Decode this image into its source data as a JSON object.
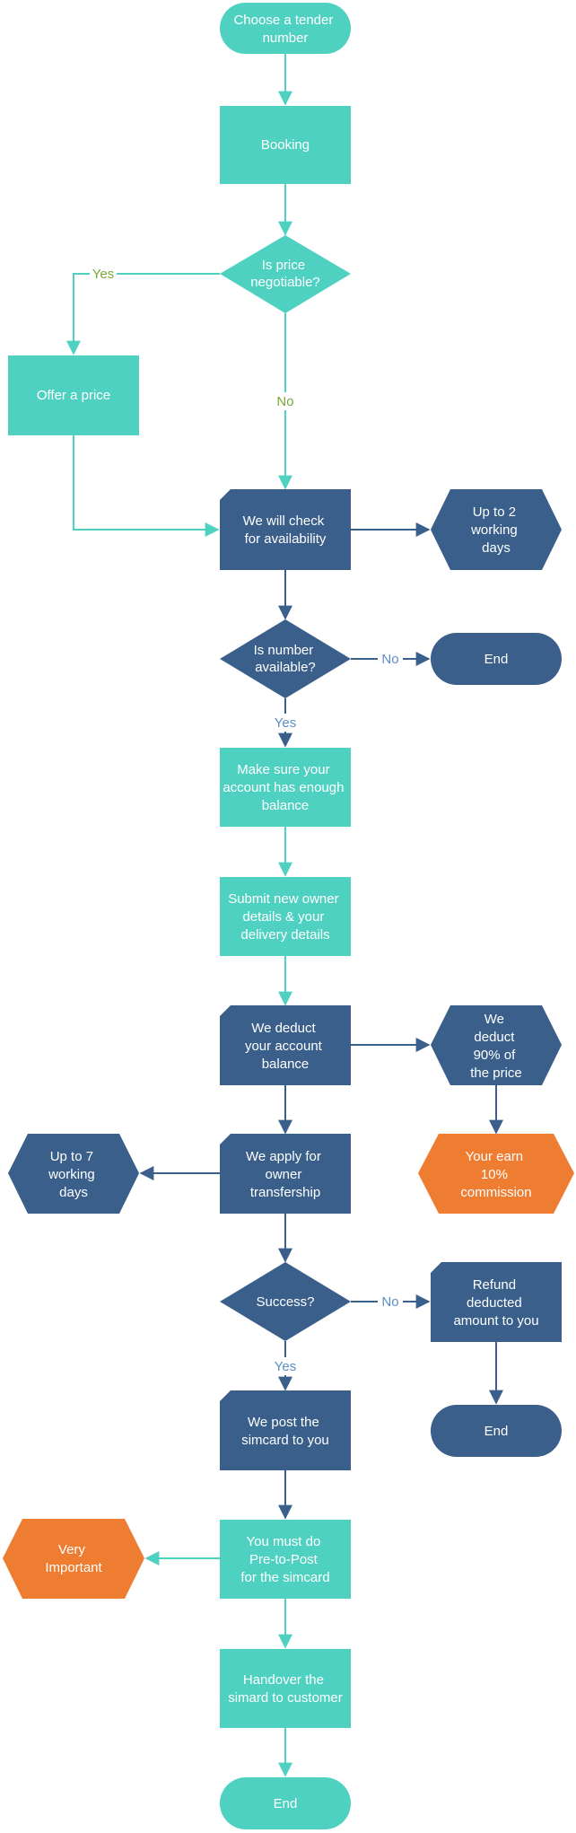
{
  "colors": {
    "teal": "#4fd1c1",
    "navy": "#3a5f8a",
    "orange": "#ef7d31",
    "yes_label": "#7aa83a",
    "blue_label": "#5b8fc7"
  },
  "nodes": {
    "start": {
      "lines": [
        "Choose a tender",
        "number"
      ]
    },
    "booking": {
      "lines": [
        "Booking"
      ]
    },
    "price_negotiable": {
      "lines": [
        "Is price",
        "negotiable?"
      ]
    },
    "offer_price": {
      "lines": [
        "Offer a price"
      ]
    },
    "check_availability": {
      "lines": [
        "We will check",
        "for availability"
      ]
    },
    "up_to_2_days": {
      "lines": [
        "Up to 2",
        "working",
        "days"
      ]
    },
    "number_available": {
      "lines": [
        "Is number",
        "available?"
      ]
    },
    "end_1": {
      "lines": [
        "End"
      ]
    },
    "enough_balance": {
      "lines": [
        "Make sure your",
        "account has enough",
        "balance"
      ]
    },
    "submit_details": {
      "lines": [
        "Submit new owner",
        "details & your",
        "delivery details"
      ]
    },
    "deduct_balance": {
      "lines": [
        "We deduct",
        "your account",
        "balance"
      ]
    },
    "deduct_90": {
      "lines": [
        "We",
        "deduct",
        "90% of",
        "the price"
      ]
    },
    "apply_transfer": {
      "lines": [
        "We apply for",
        "owner",
        "transfership"
      ]
    },
    "up_to_7_days": {
      "lines": [
        "Up to 7",
        "working",
        "days"
      ]
    },
    "earn_commission": {
      "lines": [
        "Your earn",
        "10%",
        "commission"
      ]
    },
    "success": {
      "lines": [
        "Success?"
      ]
    },
    "refund": {
      "lines": [
        "Refund",
        "deducted",
        "amount to you"
      ]
    },
    "post_simcard": {
      "lines": [
        "We post the",
        "simcard to you"
      ]
    },
    "end_2": {
      "lines": [
        "End"
      ]
    },
    "pre_to_post": {
      "lines": [
        "You must do",
        "Pre-to-Post",
        "for the simcard"
      ]
    },
    "very_important": {
      "lines": [
        "Very",
        "Important"
      ]
    },
    "handover": {
      "lines": [
        "Handover the",
        "simard to customer"
      ]
    },
    "end_3": {
      "lines": [
        "End"
      ]
    }
  },
  "edge_labels": {
    "price_yes": "Yes",
    "price_no": "No",
    "available_no": "No",
    "available_yes": "Yes",
    "success_no": "No",
    "success_yes": "Yes"
  }
}
